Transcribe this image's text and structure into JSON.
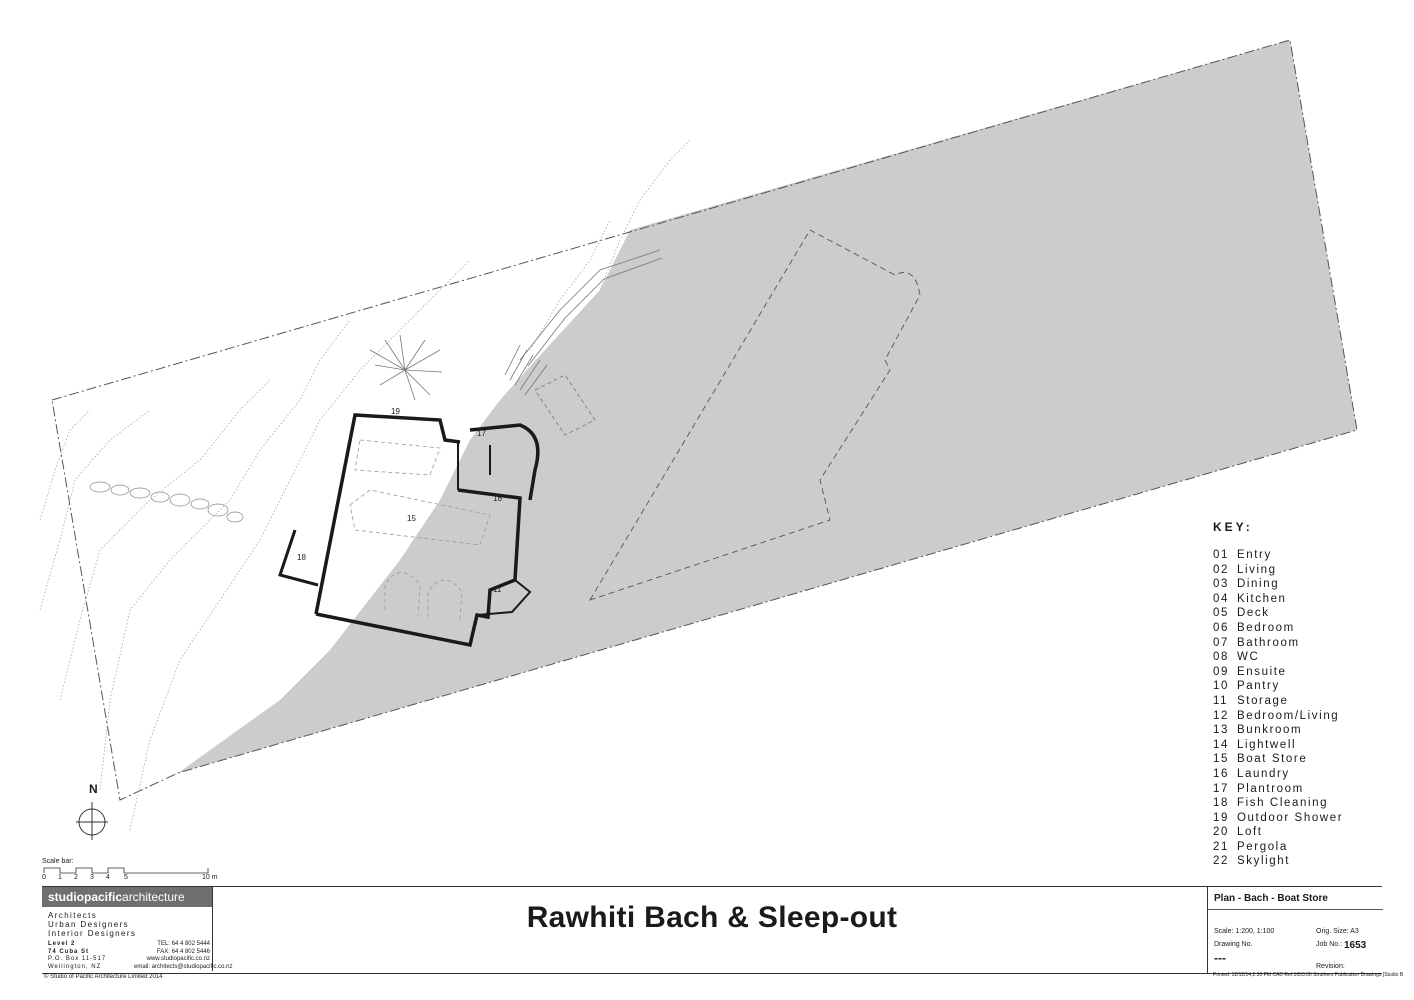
{
  "rooms": {
    "r15": "15",
    "r16": "16",
    "r17": "17",
    "r18": "18",
    "r19": "19",
    "r11": "11"
  },
  "key": {
    "title": "KEY:",
    "items": [
      {
        "num": "01",
        "label": "Entry"
      },
      {
        "num": "02",
        "label": "Living"
      },
      {
        "num": "03",
        "label": "Dining"
      },
      {
        "num": "04",
        "label": "Kitchen"
      },
      {
        "num": "05",
        "label": "Deck"
      },
      {
        "num": "06",
        "label": "Bedroom"
      },
      {
        "num": "07",
        "label": "Bathroom"
      },
      {
        "num": "08",
        "label": "WC"
      },
      {
        "num": "09",
        "label": "Ensuite"
      },
      {
        "num": "10",
        "label": "Pantry"
      },
      {
        "num": "11",
        "label": "Storage"
      },
      {
        "num": "12",
        "label": "Bedroom/Living"
      },
      {
        "num": "13",
        "label": "Bunkroom"
      },
      {
        "num": "14",
        "label": "Lightwell"
      },
      {
        "num": "15",
        "label": "Boat Store"
      },
      {
        "num": "16",
        "label": "Laundry"
      },
      {
        "num": "17",
        "label": "Plantroom"
      },
      {
        "num": "18",
        "label": "Fish Cleaning"
      },
      {
        "num": "19",
        "label": "Outdoor Shower"
      },
      {
        "num": "20",
        "label": "Loft"
      },
      {
        "num": "21",
        "label": "Pergola"
      },
      {
        "num": "22",
        "label": "Skylight"
      }
    ]
  },
  "north": "N",
  "scalebar": {
    "title": "Scale bar:",
    "ticks": [
      "0",
      "1",
      "2",
      "3",
      "4",
      "5",
      "10 m"
    ]
  },
  "titleblock": {
    "logo_bold": "studiopacific",
    "logo_light": "architecture",
    "services": [
      "Architects",
      "Urban Designers",
      "Interior Designers"
    ],
    "address": [
      "Level 2",
      "74 Cuba St",
      "P.O. Box 11-517",
      "Wellington, NZ"
    ],
    "contact": [
      "TEL: 64 4 802 5444",
      "FAX: 64 4 802 5446",
      "www.studiopacific.co.nz",
      "email: architects@studiopacific.co.nz"
    ],
    "project_title": "Rawhiti Bach & Sleep-out",
    "drawing_title": "Plan - Bach - Boat Store",
    "scale": "Scale: 1:200, 1:100",
    "orig_size": "Orig. Size: A3",
    "drawing_no_label": "Drawing No.",
    "drawing_no": "---",
    "job_no_label": "Job No.:",
    "job_no": "1653",
    "revision_label": "Revision:",
    "copyright": "© Studio of Pacific Architecture Limited 2014",
    "printed": "Printed: 12/12/14,2:36 PM    CAD Ref:1653.00 Struthers Publication Drawings  [Studio B"
  },
  "colors": {
    "site_fill": "#cccccc",
    "wall": "#1a1a1a",
    "logo_bg": "#6f6f6f"
  }
}
